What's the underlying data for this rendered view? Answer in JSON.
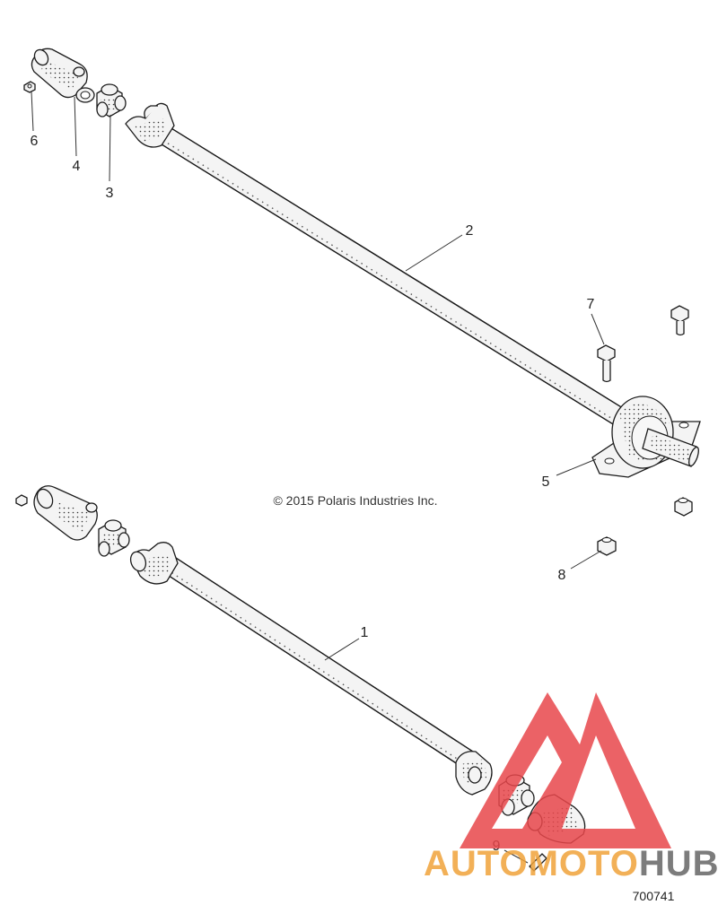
{
  "copyright": "© 2015 Polaris Industries Inc.",
  "drawing_number": "700741",
  "callouts": [
    "1",
    "2",
    "3",
    "4",
    "5",
    "6",
    "7",
    "8",
    "9"
  ],
  "watermark": {
    "word_part1": "AUTOMOTO",
    "word_part2": "HUB",
    "color_part1": "#f0a33a",
    "color_part2": "#666666",
    "triangle_color": "#e8474b"
  }
}
